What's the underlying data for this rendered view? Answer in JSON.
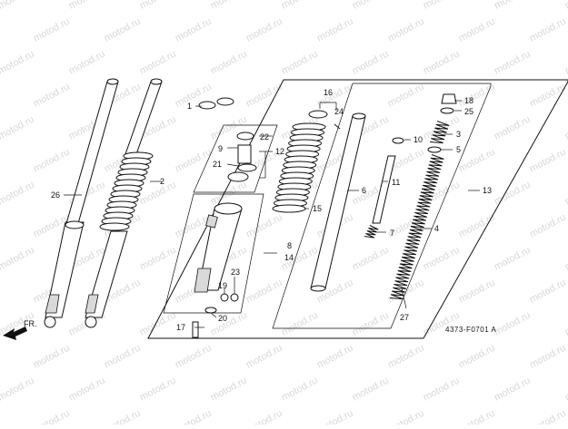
{
  "watermark": "motod.ru",
  "diagram_code": "4373-F0701 A",
  "direction_arrow": {
    "label": "FR.",
    "icon": "front-arrow-icon"
  },
  "callouts": {
    "c1": "1",
    "c2": "2",
    "c3": "3",
    "c4": "4",
    "c5": "5",
    "c6": "6",
    "c7": "7",
    "c8": "8",
    "c9": "9",
    "c10": "10",
    "c11": "11",
    "c12": "12",
    "c13": "13",
    "c14": "14",
    "c15": "15",
    "c16": "16",
    "c17": "17",
    "c18": "18",
    "c19": "19",
    "c20": "20",
    "c21": "21",
    "c22": "22",
    "c23": "23",
    "c24": "24",
    "c25": "25",
    "c26": "26",
    "c27": "27"
  }
}
